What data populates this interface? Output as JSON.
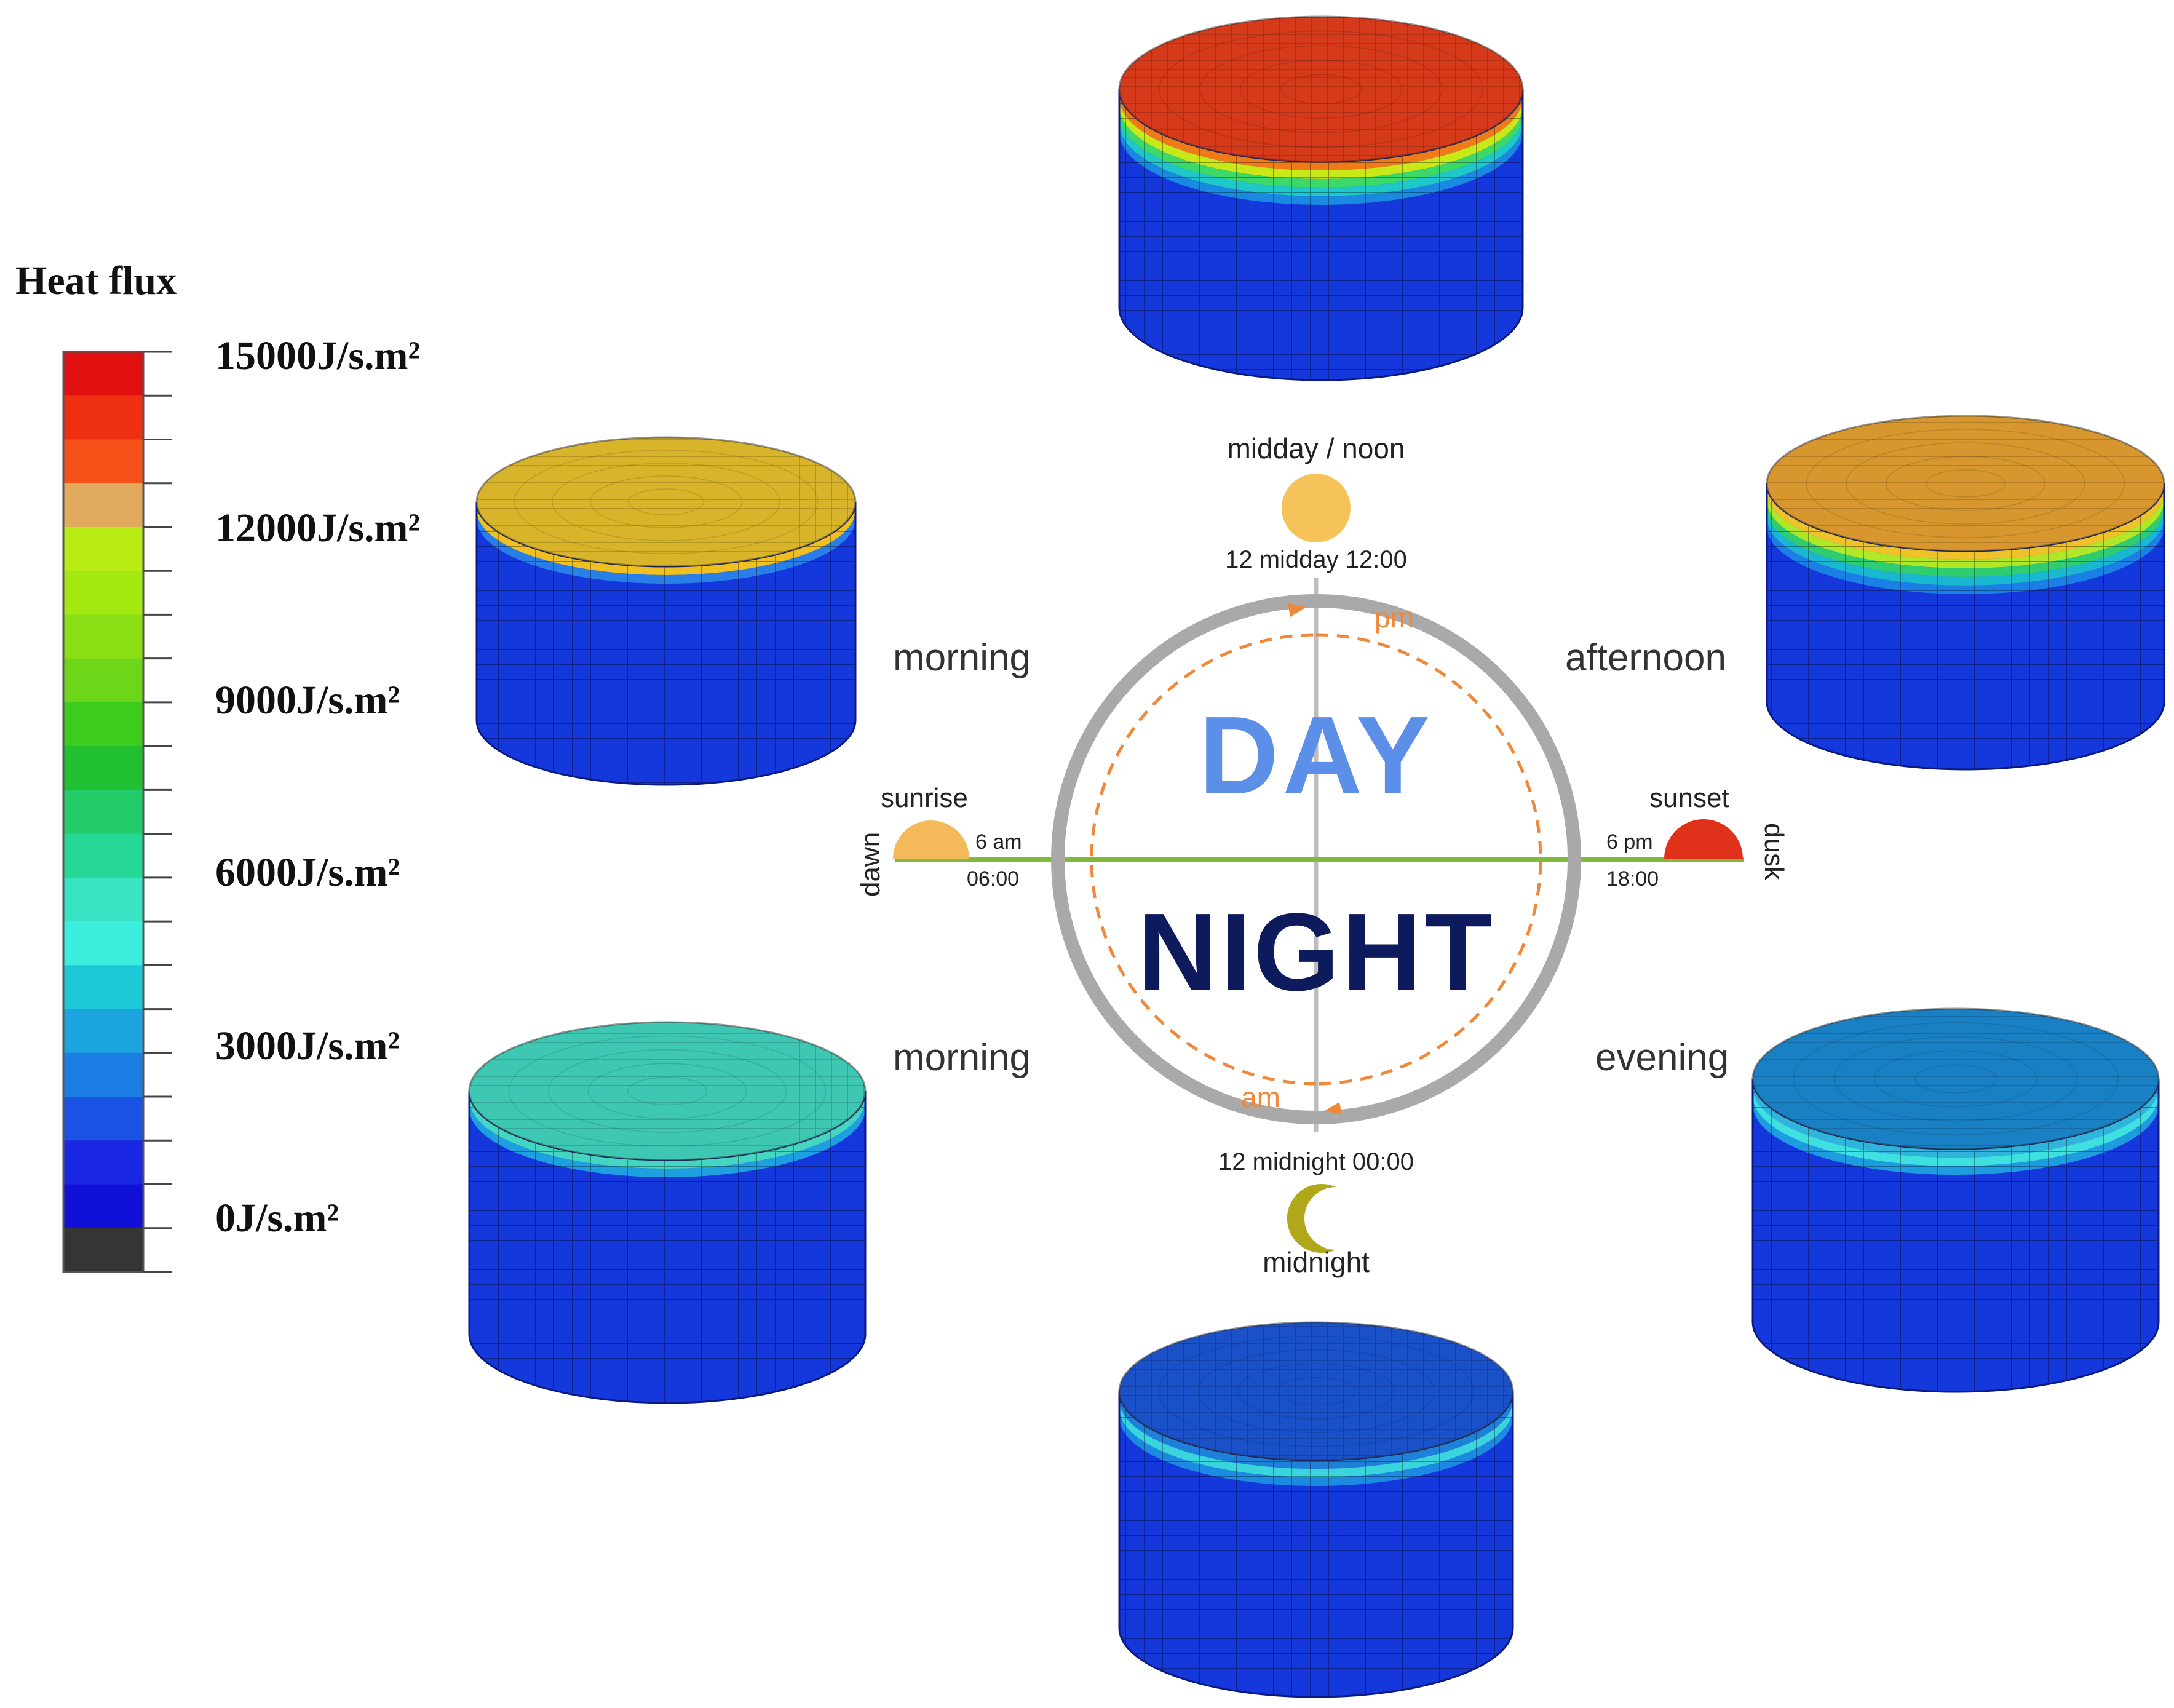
{
  "legend": {
    "title": "Heat flux",
    "labels": [
      "15000J/s.m²",
      "12000J/s.m²",
      "9000J/s.m²",
      "6000J/s.m²",
      "3000J/s.m²",
      "0J/s.m²"
    ],
    "colors": [
      "#e01010",
      "#ee3010",
      "#f55018",
      "#e2aa5e",
      "#b8ec14",
      "#a4e812",
      "#8ae014",
      "#6ed618",
      "#3ccc1c",
      "#20c032",
      "#22cc68",
      "#26d896",
      "#38e4c4",
      "#3ceede",
      "#1cc8d6",
      "#1ca4de",
      "#1a7ee4",
      "#1a52e6",
      "#1a28e4",
      "#1010d8",
      "#353535"
    ]
  },
  "clock": {
    "day_text": "DAY",
    "night_text": "NIGHT",
    "midday_label": "midday / noon",
    "midday_time": "12 midday 12:00",
    "midnight_time": "12 midnight 00:00",
    "midnight_label": "midnight",
    "pm": "pm",
    "am": "am",
    "sunrise": "sunrise",
    "sunset": "sunset",
    "am6": "6 am",
    "pm6": "6 pm",
    "t0600": "06:00",
    "t1800": "18:00",
    "dawn": "dawn",
    "dusk": "dusk",
    "morning_top": "morning",
    "morning_bottom": "morning",
    "afternoon": "afternoon",
    "evening": "evening"
  },
  "colors": {
    "day_text": "#5b8fe8",
    "night_text": "#0d1a5c",
    "ring": "#a9a9a9",
    "arc": "#f0883a",
    "horizon": "#7fba3a",
    "sun_noon": "#f6c25a",
    "sun_rise": "#f4b95a",
    "sun_set": "#e0321a",
    "moon": "#b0a81a"
  },
  "cylinders": [
    {
      "id": "noon",
      "top": "#d53a1a",
      "bands": [
        "#f07a18",
        "#c8e818",
        "#3cd868",
        "#1ec8c8",
        "#1a8ae0"
      ],
      "body": "#1438dc"
    },
    {
      "id": "morning-day",
      "top": "#d8b42a",
      "bands": [
        "#f0c020",
        "#2a7ee8"
      ],
      "body": "#1438dc"
    },
    {
      "id": "afternoon",
      "top": "#d7962e",
      "bands": [
        "#f0c22a",
        "#b0e828",
        "#30cc70",
        "#1ab8d0",
        "#1a80e6"
      ],
      "body": "#1438dc"
    },
    {
      "id": "morning-night",
      "top": "#3ec8b4",
      "bands": [
        "#44d6c0",
        "#1ea0e0"
      ],
      "body": "#1438dc"
    },
    {
      "id": "evening",
      "top": "#1a80c4",
      "bands": [
        "#30b4dc",
        "#3ee0e0",
        "#1e9ce0"
      ],
      "body": "#1438dc"
    },
    {
      "id": "midnight",
      "top": "#1a50c8",
      "bands": [
        "#1e80d8",
        "#3ad4dc",
        "#1c8ae0"
      ],
      "body": "#1438dc"
    }
  ]
}
